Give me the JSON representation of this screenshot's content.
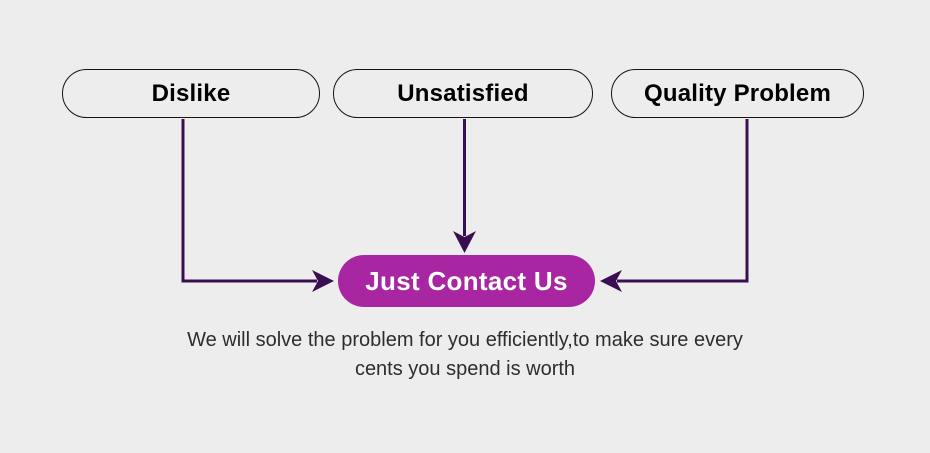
{
  "colors": {
    "background": "#ededed",
    "arrow": "#3a0e52",
    "accent": "#a826a2",
    "pill_border": "#141414",
    "pill_text": "#000000",
    "button_text": "#ffffff",
    "caption_text": "#2d2d2d"
  },
  "diagram": {
    "sources": [
      {
        "label": "Dislike"
      },
      {
        "label": "Unsatisfied"
      },
      {
        "label": "Quality Problem"
      }
    ],
    "target": {
      "label": "Just Contact Us"
    },
    "caption": {
      "line1": "We will solve the problem for you efficiently,to make sure every",
      "line2": "cents you spend is worth"
    }
  }
}
